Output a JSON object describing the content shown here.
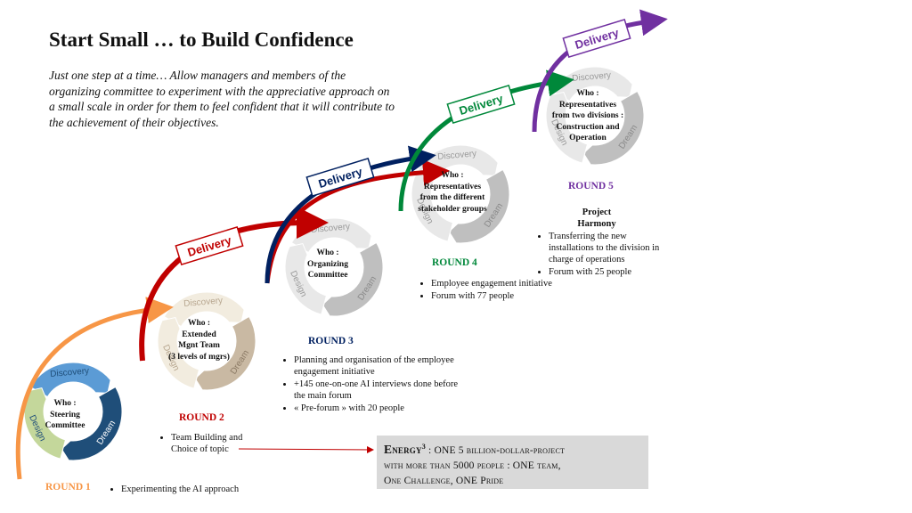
{
  "title": "Start Small … to Build Confidence",
  "subtitle": "Just one step at a time… Allow managers and members of the organizing committee to experiment with the appreciative approach on a small scale in order for them to feel confident that it will contribute to the achievement of their objectives.",
  "cycle_labels": {
    "discovery": "Discovery",
    "dream": "Dream",
    "design": "Design"
  },
  "delivery_label": "Delivery",
  "rounds": [
    {
      "label": "ROUND 1",
      "color": "#f79646",
      "who": [
        "Who :",
        "Steering",
        "Committee"
      ],
      "bullets": [
        "Experimenting the AI approach"
      ]
    },
    {
      "label": "ROUND 2",
      "color": "#c00000",
      "who": [
        "Who :",
        "Extended",
        "Mgnt Team",
        "(3 levels of mgrs)"
      ],
      "bullets": [
        "Team Building and Choice of topic"
      ]
    },
    {
      "label": "ROUND 3",
      "color": "#002060",
      "who": [
        "Who :",
        "Organizing",
        "Committee"
      ],
      "bullets": [
        "Planning and organisation of the employee engagement initiative",
        "+145 one-on-one AI interviews done before the main forum",
        "« Pre-forum » with 20 people"
      ]
    },
    {
      "label": "ROUND 4",
      "color": "#00883a",
      "who": [
        "Who :",
        "Representatives",
        "from the different",
        "stakeholder groups"
      ],
      "bullets": [
        "Employee engagement initiative",
        "Forum with 77 people"
      ]
    },
    {
      "label": "ROUND 5",
      "color": "#7030a0",
      "who": [
        "Who :",
        "Representatives",
        "from two divisions :",
        "Construction and",
        "Operation"
      ],
      "project": "Project Harmony",
      "bullets": [
        "Transferring the new installations to the division in charge of operations",
        "Forum with 25 people"
      ]
    }
  ],
  "energy": {
    "line1_prefix": "Energy",
    "line1_sup": "3",
    "line1_rest": " : ONE 5 billion-dollar-project",
    "line2": "with more than 5000 people : ONE team,",
    "line3": "One Challenge, ONE Pride"
  }
}
